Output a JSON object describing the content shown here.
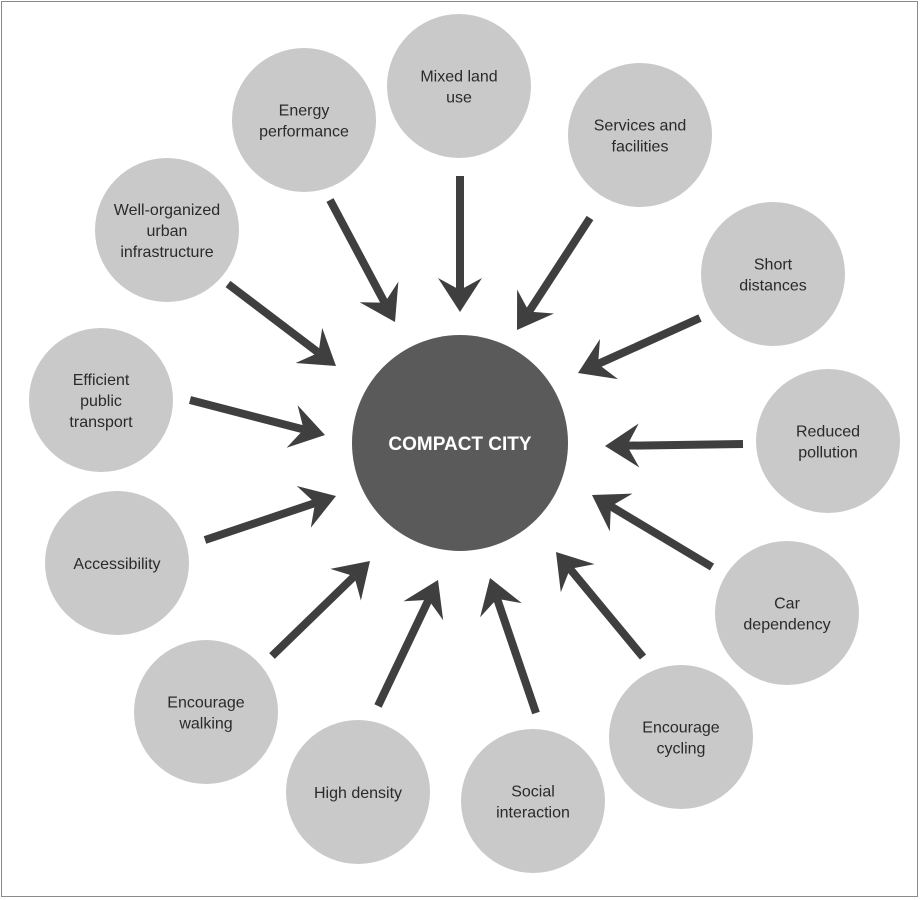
{
  "center": {
    "label": "COMPACT CITY"
  },
  "colors": {
    "node_fill": "#c9c9c9",
    "center_fill": "#5a5a5a",
    "arrow": "#3f3f3f",
    "node_text": "#2a2a2a",
    "center_text": "#ffffff"
  },
  "factors": [
    {
      "id": "mixed-land-use",
      "lines": [
        "Mixed land",
        "use"
      ]
    },
    {
      "id": "services-and-facilities",
      "lines": [
        "Services and",
        "facilities"
      ]
    },
    {
      "id": "short-distances",
      "lines": [
        "Short",
        "distances"
      ]
    },
    {
      "id": "reduced-pollution",
      "lines": [
        "Reduced",
        "pollution"
      ]
    },
    {
      "id": "car-dependency",
      "lines": [
        "Car",
        "dependency"
      ]
    },
    {
      "id": "encourage-cycling",
      "lines": [
        "Encourage",
        "cycling"
      ]
    },
    {
      "id": "social-interaction",
      "lines": [
        "Social",
        "interaction"
      ]
    },
    {
      "id": "high-density",
      "lines": [
        "High density"
      ]
    },
    {
      "id": "encourage-walking",
      "lines": [
        "Encourage",
        "walking"
      ]
    },
    {
      "id": "accessibility",
      "lines": [
        "Accessibility"
      ]
    },
    {
      "id": "efficient-public-transport",
      "lines": [
        "Efficient",
        "public",
        "transport"
      ]
    },
    {
      "id": "well-organized-urban-infrastructure",
      "lines": [
        "Well-organized",
        "urban",
        "infrastructure"
      ]
    },
    {
      "id": "energy-performance",
      "lines": [
        "Energy",
        "performance"
      ]
    }
  ]
}
